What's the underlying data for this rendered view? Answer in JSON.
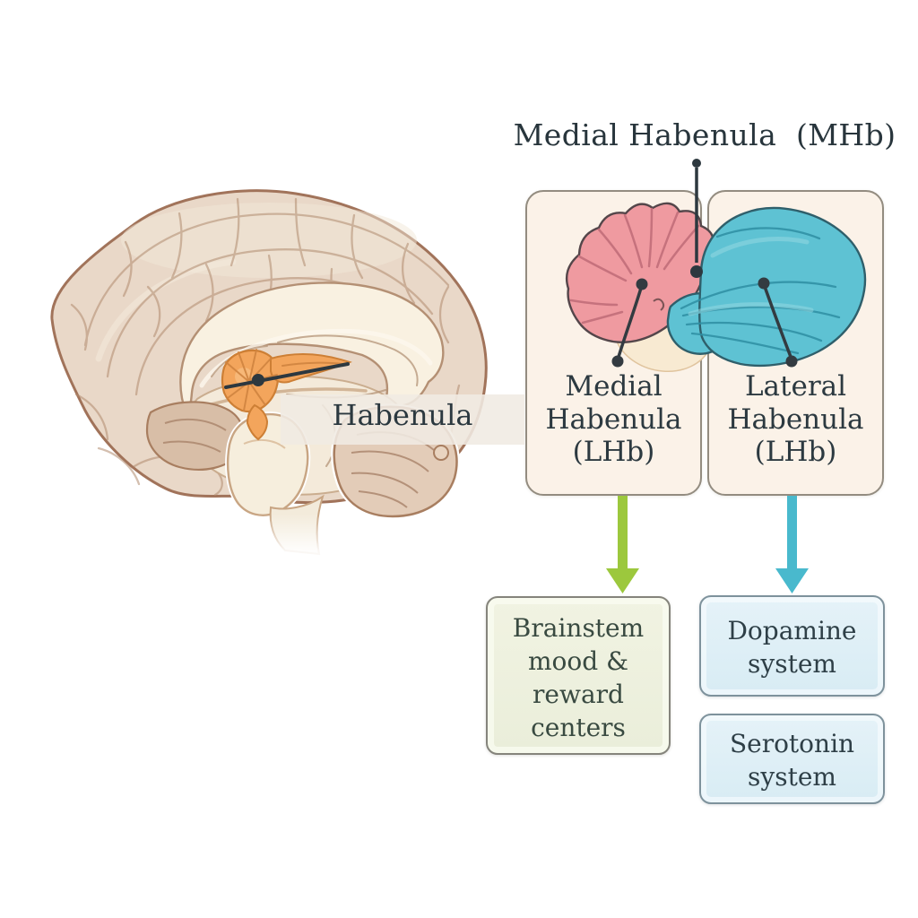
{
  "diagram": {
    "background": "#ffffff",
    "brain": {
      "label": "Habenula",
      "highlight_color": "#f3a55c"
    },
    "detail_panel": {
      "title": "Medial Habenula  (MHb)",
      "panel_bg": "#fbf2e8",
      "regions": [
        {
          "id": "medial",
          "lines": [
            "Medial",
            "Habenula",
            "(LHb)"
          ],
          "color": "#ef9aa0"
        },
        {
          "id": "lateral",
          "lines": [
            "Lateral",
            "Habenula",
            "(LHb)"
          ],
          "color": "#5ec2d3"
        }
      ]
    },
    "flow": {
      "arrows": [
        {
          "id": "to-brainstem",
          "color": "#9cc83d"
        },
        {
          "id": "to-dopamine",
          "color": "#49b9cd"
        }
      ],
      "boxes": [
        {
          "id": "brainstem",
          "lines": [
            "Brainstem",
            "mood &",
            "reward",
            "centers"
          ],
          "bg": "#eef0dc"
        },
        {
          "id": "dopamine",
          "lines": [
            "Dopamine",
            "system"
          ],
          "bg": "#ddeef6"
        },
        {
          "id": "serotonin",
          "lines": [
            "Serotonin",
            "system"
          ],
          "bg": "#ddeef6"
        }
      ]
    },
    "text_color": "#2d3a41"
  }
}
